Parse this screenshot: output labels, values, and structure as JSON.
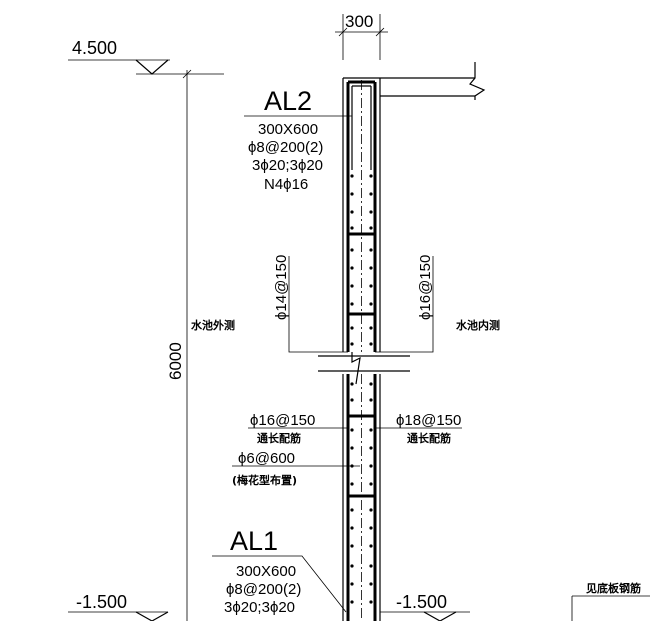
{
  "dimensions": {
    "wall_thickness": "300",
    "height": "6000"
  },
  "elevations": {
    "top": "4.500",
    "bottom_left": "-1.500",
    "bottom_right": "-1.500"
  },
  "beam_top": {
    "name": "AL2",
    "size": "300X600",
    "stirrups": "ϕ8@200(2)",
    "longitudinal": "3ϕ20;3ϕ20",
    "side_bars": "N4ϕ16"
  },
  "beam_bottom": {
    "name": "AL1",
    "size": "300X600",
    "stirrups": "ϕ8@200(2)",
    "longitudinal": "3ϕ20;3ϕ20"
  },
  "wall_rebar": {
    "outer_horizontal": "ϕ14@150",
    "inner_horizontal": "ϕ16@150",
    "outer_vertical": "ϕ16@150",
    "outer_vertical_note": "通长配筋",
    "inner_vertical": "ϕ18@150",
    "inner_vertical_note": "通长配筋",
    "tie_bars": "ϕ6@600",
    "tie_bars_note": "(梅花型布置)"
  },
  "side_labels": {
    "outer": "水池外测",
    "inner": "水池内测"
  },
  "notes": {
    "base_slab": "见底板钢筋"
  }
}
